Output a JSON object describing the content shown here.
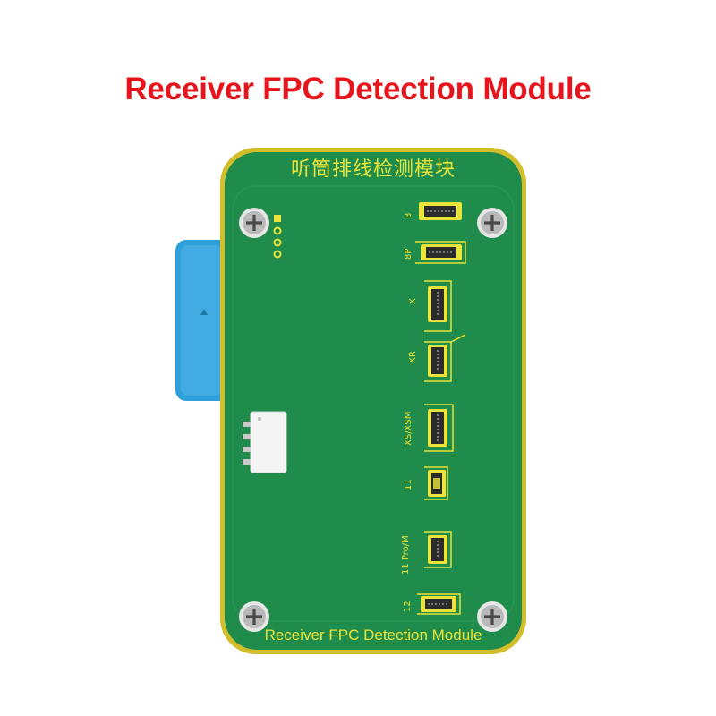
{
  "headline": "Receiver FPC Detection Module",
  "board": {
    "chinese_title": "听筒排线检测模块",
    "bottom_label": "Receiver FPC Detection Module",
    "connectors": [
      {
        "label": "8"
      },
      {
        "label": "8P"
      },
      {
        "label": "X"
      },
      {
        "label": "XR"
      },
      {
        "label": "XS/XSM"
      },
      {
        "label": "11"
      },
      {
        "label": "11 Pro/M"
      },
      {
        "label": "12"
      }
    ]
  },
  "colors": {
    "headline": "#e8141c",
    "pcb": "#1f8c4b",
    "pcb_border": "#d2be2a",
    "silkscreen": "#e9e33a",
    "tab": "#2fa0dc",
    "connector": "#2b2b2b",
    "screw": "#c7c7c7"
  }
}
